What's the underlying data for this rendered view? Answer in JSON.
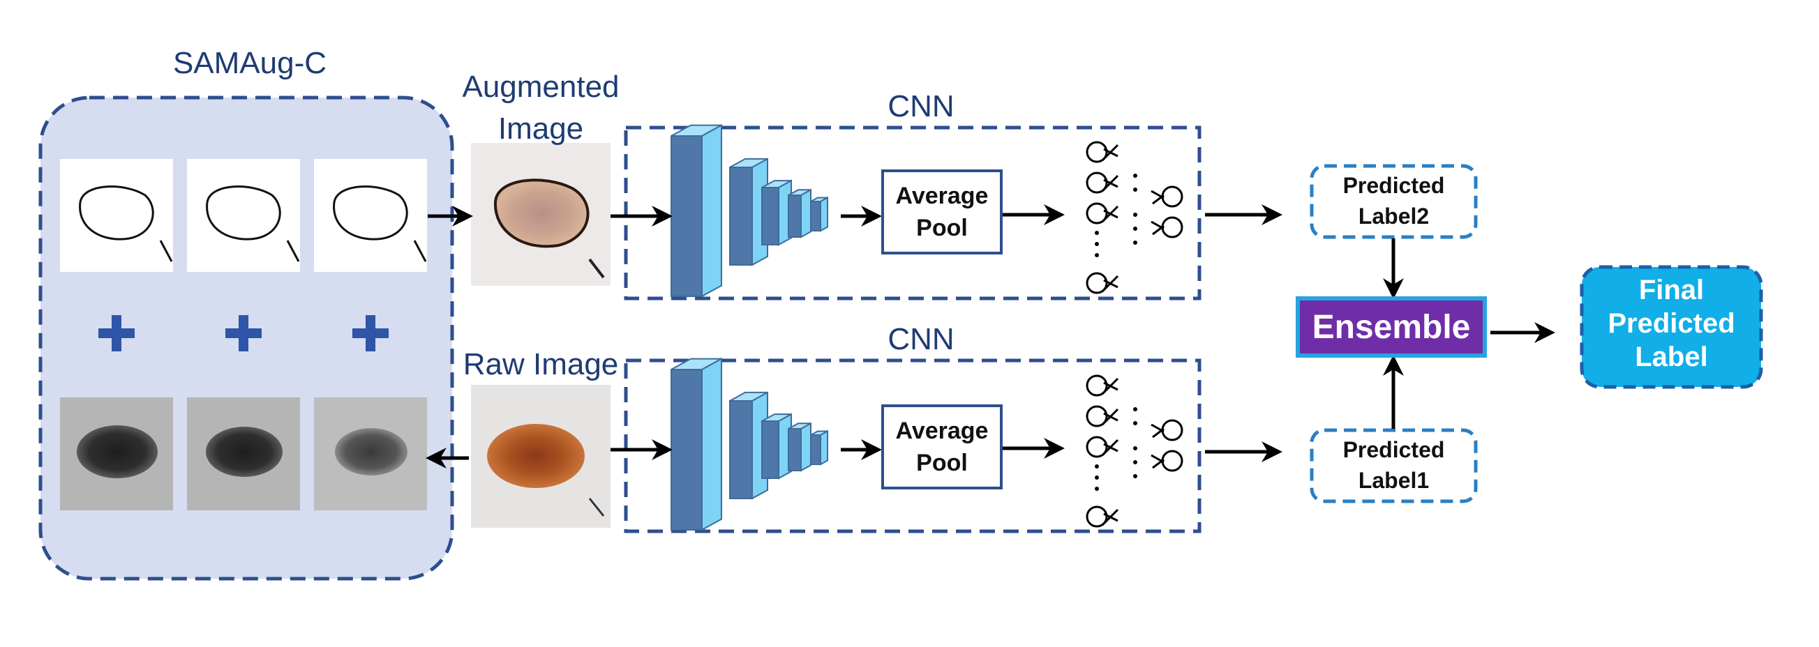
{
  "samaug": {
    "title": "SAMAug-C"
  },
  "augmented": {
    "line1": "Augmented",
    "line2": "Image"
  },
  "raw": {
    "label": "Raw Image"
  },
  "cnn_top": {
    "title": "CNN",
    "pool_line1": "Average",
    "pool_line2": "Pool"
  },
  "cnn_bottom": {
    "title": "CNN",
    "pool_line1": "Average",
    "pool_line2": "Pool"
  },
  "pred_top": {
    "line1": "Predicted",
    "line2": "Label2"
  },
  "pred_bottom": {
    "line1": "Predicted",
    "line2": "Label1"
  },
  "ensemble": {
    "label": "Ensemble"
  },
  "final": {
    "line1": "Final",
    "line2": "Predicted",
    "line3": "Label"
  },
  "colors": {
    "navy": "#2e4e8f",
    "panel_bg": "#d6ddf1",
    "cube_front": "#7fd3f5",
    "cube_side": "#4f78a8",
    "ensemble_purple": "#6f2da8",
    "ensemble_border": "#27a3e0",
    "final_cyan": "#11aee8",
    "pred_border": "#2a7fc4"
  }
}
